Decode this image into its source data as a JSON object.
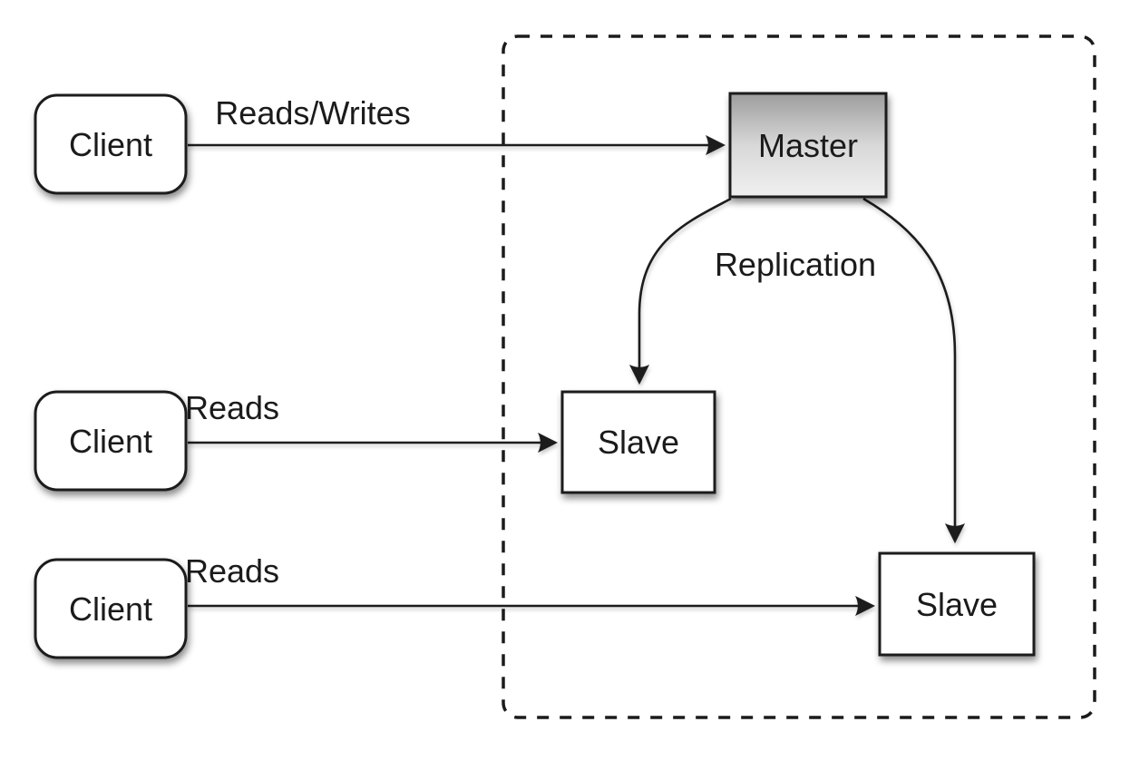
{
  "diagram": {
    "type": "master-slave-replication-architecture",
    "colors": {
      "background": "#ffffff",
      "line": "#1b1b1b",
      "text": "#1b1b1b",
      "node_fill": "#ffffff",
      "master_fill_top": "#9d9d9d",
      "master_fill_mid": "#d8d8d8",
      "master_fill_bottom": "#f0f0f0"
    },
    "nodes": {
      "client_top": {
        "label": "Client"
      },
      "client_middle": {
        "label": "Client"
      },
      "client_bottom": {
        "label": "Client"
      },
      "master": {
        "label": "Master"
      },
      "slave_left": {
        "label": "Slave"
      },
      "slave_right": {
        "label": "Slave"
      }
    },
    "edges": {
      "client_top_to_master": {
        "label": "Reads/Writes"
      },
      "client_middle_to_slave": {
        "label": "Reads"
      },
      "client_bottom_to_slave": {
        "label": "Reads"
      },
      "master_to_slaves": {
        "label": "Replication"
      }
    }
  }
}
